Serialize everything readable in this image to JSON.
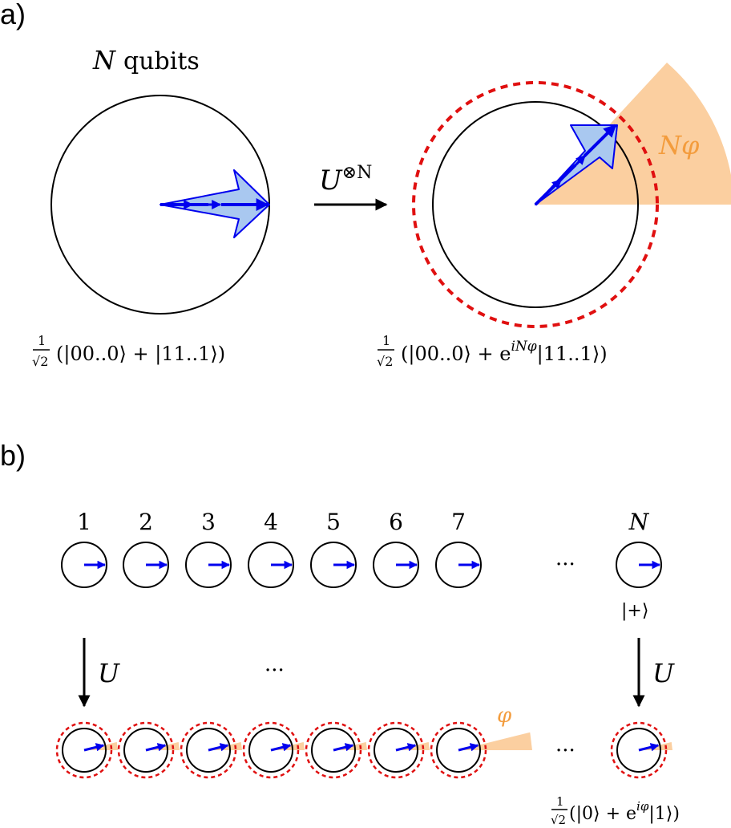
{
  "panel_a": {
    "label": "a)",
    "title_var": "N",
    "title_text": "qubits",
    "operator": "U",
    "operator_sup": "⊗N",
    "phase_label": "Nφ",
    "state_left": "(|00..0⟩ + |11..1⟩)",
    "state_right": "(|00..0⟩ + e",
    "state_right_sup": "iNφ",
    "state_right_tail": "|11..1⟩)",
    "frac_num": "1",
    "frac_den": "√2"
  },
  "panel_b": {
    "label": "b)",
    "qubit_labels": [
      "1",
      "2",
      "3",
      "4",
      "5",
      "6",
      "7",
      "N"
    ],
    "ellipsis": "···",
    "plus_state": "|+⟩",
    "operator": "U",
    "phase_label": "φ",
    "final_state": "(|0⟩ + e",
    "final_state_sup": "iφ",
    "final_state_tail": "|1⟩)",
    "frac_num": "1",
    "frac_den": "√2"
  },
  "colors": {
    "arrow_fill": "#a9c8f0",
    "arrow_stroke": "#0000ee",
    "wedge": "#fbcfa0",
    "dashed_ring": "#e01010",
    "phase_text": "#f39c3d"
  }
}
